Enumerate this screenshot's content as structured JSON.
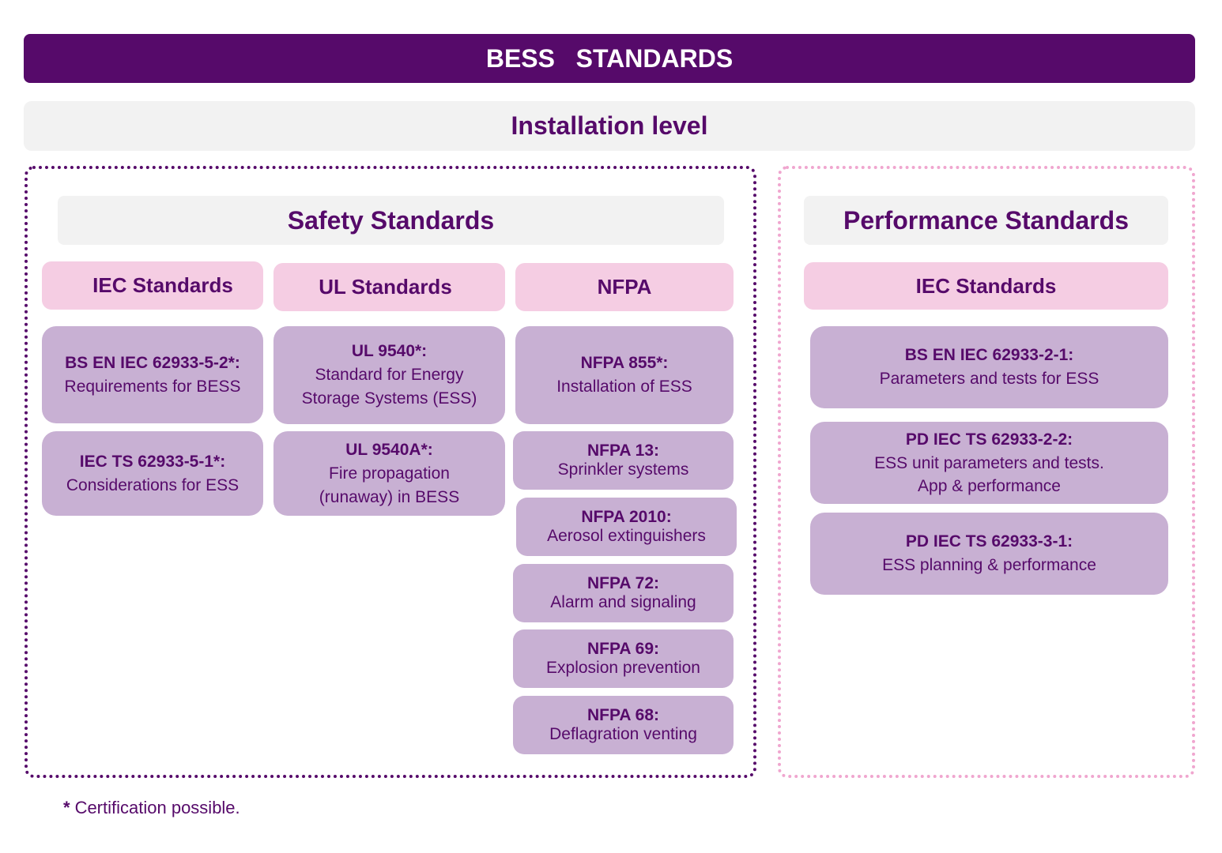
{
  "header": {
    "title": "BESS   STANDARDS"
  },
  "level": {
    "title": "Installation level"
  },
  "safety": {
    "title": "Safety Standards",
    "categories": [
      {
        "label": "IEC Standards",
        "items": [
          {
            "code": "BS EN IEC 62933-5-2*:",
            "desc": "Requirements for BESS"
          },
          {
            "code": "IEC TS 62933-5-1*:",
            "desc": "Considerations for ESS"
          }
        ]
      },
      {
        "label": "UL Standards",
        "items": [
          {
            "code": "UL 9540*:",
            "desc": "Standard for Energy\nStorage Systems (ESS)"
          },
          {
            "code": "UL 9540A*:",
            "desc": "Fire propagation\n(runaway) in BESS"
          }
        ]
      },
      {
        "label": "NFPA",
        "items": [
          {
            "code": "NFPA 855*:",
            "desc": "Installation of ESS"
          },
          {
            "code": "NFPA 13:",
            "desc": "Sprinkler systems"
          },
          {
            "code": "NFPA 2010:",
            "desc": "Aerosol extinguishers"
          },
          {
            "code": "NFPA 72:",
            "desc": "Alarm and signaling"
          },
          {
            "code": "NFPA 69:",
            "desc": "Explosion prevention"
          },
          {
            "code": "NFPA 68:",
            "desc": "Deflagration venting"
          }
        ]
      }
    ]
  },
  "performance": {
    "title": "Performance Standards",
    "categories": [
      {
        "label": "IEC Standards",
        "items": [
          {
            "code": "BS EN IEC 62933-2-1:",
            "desc": "Parameters and tests for ESS"
          },
          {
            "code": "PD IEC TS 62933-2-2:",
            "desc": "ESS unit parameters and tests.\nApp & performance"
          },
          {
            "code": "PD IEC TS 62933-3-1:",
            "desc": "ESS planning & performance"
          }
        ]
      }
    ]
  },
  "footnote": {
    "mark": "*",
    "text": "Certification possible."
  },
  "colors": {
    "primary": "#560a6a",
    "light_gray": "#f2f2f2",
    "pink": "#f5cde3",
    "lavender": "#c8b0d3",
    "dotted_pink": "#f0a6cf"
  }
}
